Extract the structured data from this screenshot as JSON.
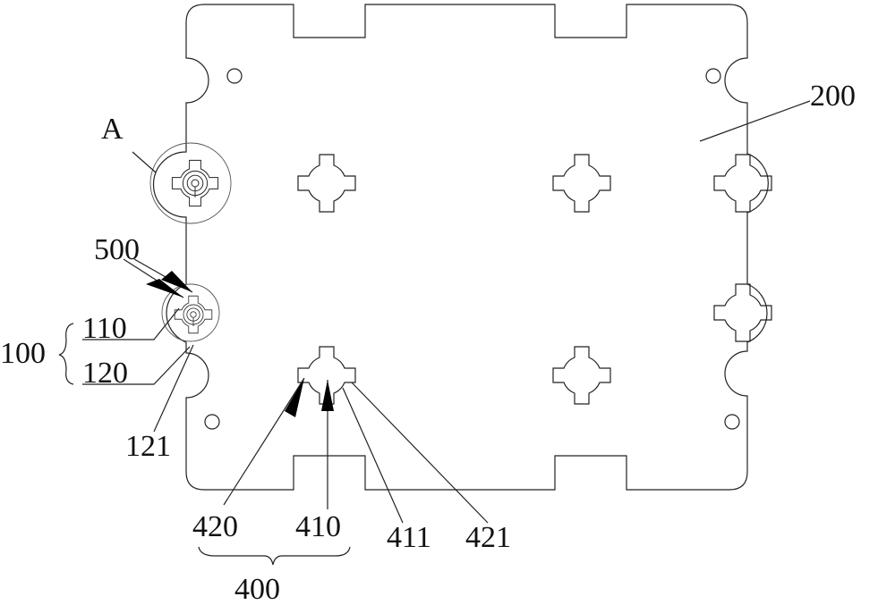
{
  "figure": {
    "labels": {
      "plate": "200",
      "detail": "A",
      "part500": "500",
      "part100": "100",
      "part110": "110",
      "part120": "120",
      "part121": "121",
      "part420": "420",
      "part410": "410",
      "part411": "411",
      "part421": "421",
      "part400": "400"
    },
    "colors": {
      "line": "#222222",
      "background": "#ffffff"
    }
  }
}
